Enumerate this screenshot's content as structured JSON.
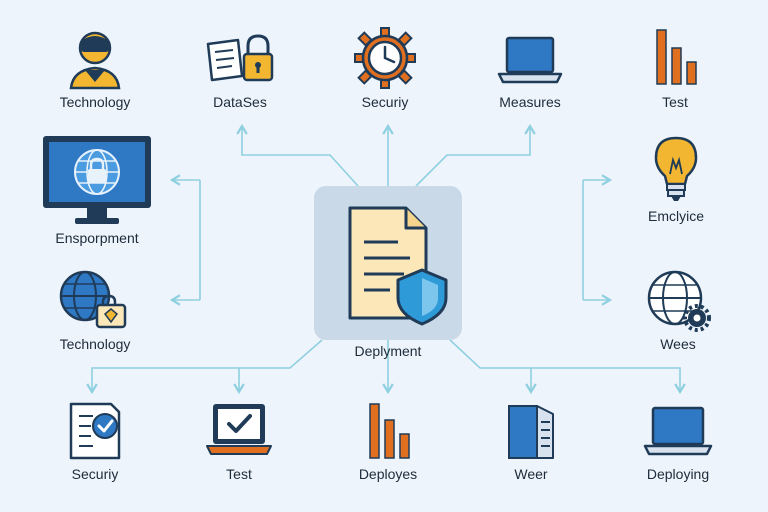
{
  "center": {
    "label": "Deplyment",
    "icon": "document-shield-icon"
  },
  "top_row": [
    {
      "label": "Technology",
      "icon": "hacker-icon"
    },
    {
      "label": "DataSes",
      "icon": "document-lock-icon"
    },
    {
      "label": "Securiy",
      "icon": "gear-clock-icon"
    },
    {
      "label": "Measures",
      "icon": "laptop-icon"
    },
    {
      "label": "Test",
      "icon": "bar-chart-icon"
    }
  ],
  "left_col": [
    {
      "label": "Ensporpment",
      "icon": "monitor-globe-lock-icon"
    },
    {
      "label": "Technology",
      "icon": "globe-lock-icon"
    }
  ],
  "right_col": [
    {
      "label": "Emclyice",
      "icon": "lightbulb-icon"
    },
    {
      "label": "Wees",
      "icon": "globe-gear-icon"
    }
  ],
  "bottom_row": [
    {
      "label": "Securiy",
      "icon": "checklist-document-icon"
    },
    {
      "label": "Test",
      "icon": "laptop-check-icon"
    },
    {
      "label": "Deployes",
      "icon": "bar-chart-icon"
    },
    {
      "label": "Weer",
      "icon": "document-page-icon"
    },
    {
      "label": "Deploying",
      "icon": "laptop-icon"
    }
  ],
  "colors": {
    "navy": "#1f3b57",
    "blue": "#2f78c4",
    "orange": "#e07020",
    "yellow": "#f2b630",
    "connector": "#8fd0e0",
    "hub": "#c9d9e8"
  }
}
